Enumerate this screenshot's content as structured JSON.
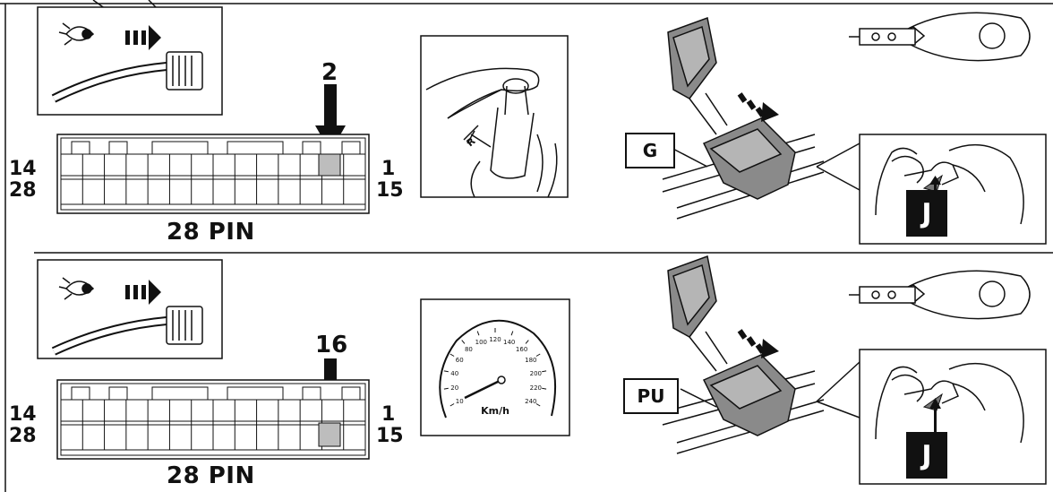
{
  "top": {
    "pin_highlight": "2",
    "left_top": "14",
    "left_bottom": "28",
    "right_top": "1",
    "right_bottom": "15",
    "connector_title": "28 PIN",
    "wire_tag": "G",
    "clip_label": "J"
  },
  "bottom": {
    "pin_highlight": "16",
    "left_top": "14",
    "left_bottom": "28",
    "right_top": "1",
    "right_bottom": "15",
    "connector_title": "28 PIN",
    "wire_tag": "PU",
    "clip_label": "J",
    "speedo_unit": "Km/h",
    "speedo_ticks": [
      "10",
      "20",
      "40",
      "60",
      "80",
      "100",
      "120",
      "140",
      "160",
      "180",
      "200",
      "220",
      "240"
    ]
  },
  "gear_mark": "R"
}
